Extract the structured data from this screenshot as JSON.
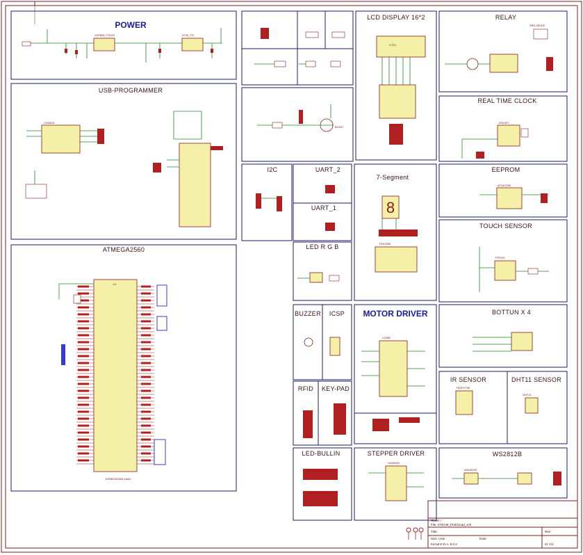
{
  "colors": {
    "frame": "#7a1f1f",
    "title_blue": "#1a1aa6",
    "title_dark": "#3a1212",
    "wire": "#1f8a1f",
    "part_body": "#f5f0a8",
    "part_outline": "#8a1a1a",
    "label_text": "#6a1212"
  },
  "sections": {
    "power": "POWER",
    "usb_programmer": "USB-PROGRAMMER",
    "atmega": "ATMEGA2560",
    "lcd": "LCD DISPLAY 16*2",
    "relay": "RELAY",
    "rtc": "REAL TIME CLOCK",
    "eeprom": "EEPROM",
    "touch": "TOUCH SENSOR",
    "i2c": "I2C",
    "uart2": "UART_2",
    "uart1": "UART_1",
    "seg7": "7-Segment",
    "led_rgb": "LED R G B",
    "buzzer": "BUZZER",
    "icsp": "ICSP",
    "motor": "MOTOR DRIVER",
    "button": "BOTTUN X 4",
    "rfid": "RFID",
    "keypad": "KEY-PAD",
    "ir": "IR SENSOR",
    "dht": "DHT11 SENSOR",
    "led_bullin": "LED-BULLIN",
    "stepper": "STEPPER DRIVER",
    "ws": "WS2812B"
  },
  "parts": {
    "power_reg1": "LM7805_TO220",
    "power_reg2": "LF33_TO",
    "usb_chip": "CH340G",
    "mcu_ref": "U1",
    "mcu_name": "ATMEGA2560-16AU",
    "lcd_ref": "LCD1",
    "rtc_chip": "DS1307",
    "eeprom_chip": "AT24C256",
    "touch_chip": "TTP223",
    "motor_chip": "L293D",
    "stepper_chip": "ULN2003",
    "seg_chip": "74HC595",
    "relay_ref": "SRD-05VDC",
    "ir_ref": "TSOP1738",
    "dht_ref": "DHT11",
    "ws_ref": "WS2812B",
    "transistor": "BC547"
  },
  "title_block": {
    "sheet": "Sheet: /",
    "file": "File: STEAM_PCB.kicad_sch",
    "title": "Title:",
    "size_label": "Size: User",
    "date_label": "Date:",
    "rev_label": "Rev:",
    "kicad": "KiCad E.D.A. 6.0.2",
    "id": "Id: 1/1"
  }
}
